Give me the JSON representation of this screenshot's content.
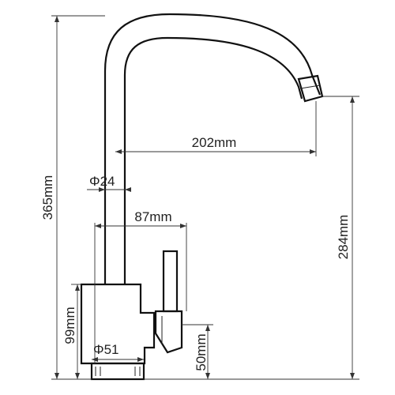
{
  "dimensions": {
    "height_total": "365mm",
    "spout_reach": "202mm",
    "pipe_diameter": "Φ24",
    "handle_reach": "87mm",
    "spout_height": "284mm",
    "body_height": "99mm",
    "base_diameter": "Φ51",
    "lever_height": "50mm"
  }
}
